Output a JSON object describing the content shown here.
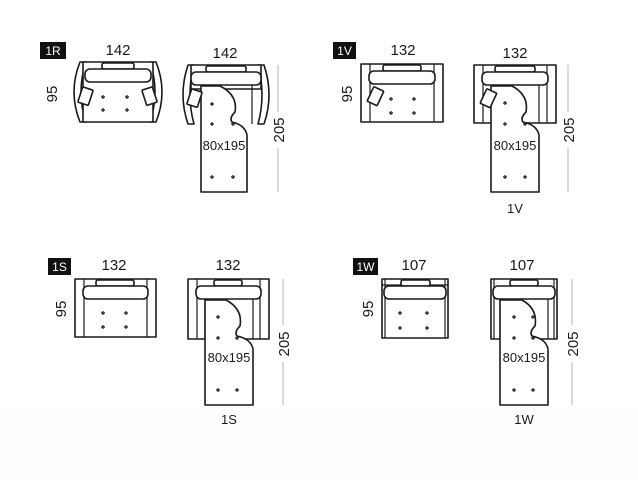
{
  "diagram": {
    "title": "Sofa bed module plan views",
    "groups": [
      {
        "code": "1R",
        "arm_style": "rounded",
        "closed": {
          "width_label": "142",
          "depth_label": "95"
        },
        "open": {
          "width_label": "142",
          "length_label": "205",
          "mattress_label": "80x195",
          "caption": ""
        }
      },
      {
        "code": "1V",
        "arm_style": "square",
        "closed": {
          "width_label": "132",
          "depth_label": "95"
        },
        "open": {
          "width_label": "132",
          "length_label": "205",
          "mattress_label": "80x195",
          "caption": "1V"
        }
      },
      {
        "code": "1S",
        "arm_style": "square",
        "closed": {
          "width_label": "132",
          "depth_label": "95"
        },
        "open": {
          "width_label": "132",
          "length_label": "205",
          "mattress_label": "80x195",
          "caption": "1S"
        }
      },
      {
        "code": "1W",
        "arm_style": "narrow",
        "closed": {
          "width_label": "107",
          "depth_label": "95"
        },
        "open": {
          "width_label": "107",
          "length_label": "205",
          "mattress_label": "80x195",
          "caption": "1W"
        }
      }
    ]
  },
  "colors": {
    "line": "#1a1a1a",
    "badge_bg": "#111111",
    "badge_text": "#ffffff",
    "dimension_line": "#b5b5b5"
  }
}
